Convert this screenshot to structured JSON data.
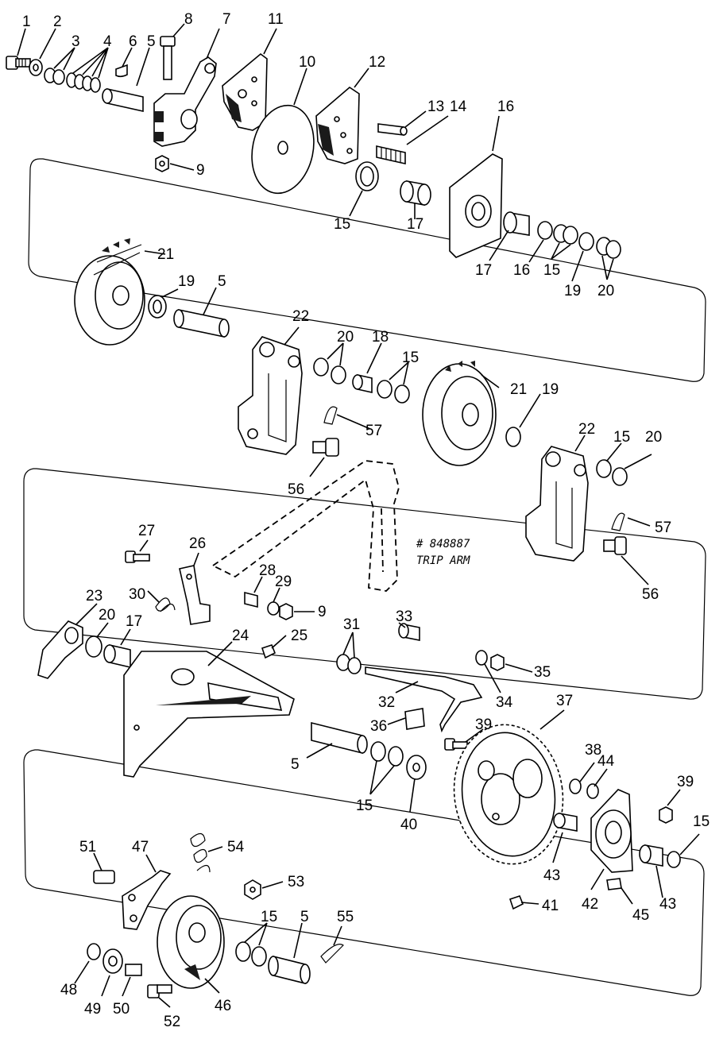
{
  "note": {
    "part_number": "# 848887",
    "description": "TRIP ARM"
  },
  "labels": {
    "l1": "1",
    "l2": "2",
    "l3": "3",
    "l4": "4",
    "l5": "5",
    "l6": "6",
    "l7": "7",
    "l8": "8",
    "l9": "9",
    "l10": "10",
    "l11": "11",
    "l12": "12",
    "l13": "13",
    "l14": "14",
    "l15": "15",
    "l16": "16",
    "l17": "17",
    "l18": "18",
    "l19": "19",
    "l20": "20",
    "l21": "21",
    "l22": "22",
    "l23": "23",
    "l24": "24",
    "l25": "25",
    "l26": "26",
    "l27": "27",
    "l28": "28",
    "l29": "29",
    "l30": "30",
    "l31": "31",
    "l32": "32",
    "l33": "33",
    "l34": "34",
    "l35": "35",
    "l36": "36",
    "l37": "37",
    "l38": "38",
    "l39": "39",
    "l40": "40",
    "l41": "41",
    "l42": "42",
    "l43": "43",
    "l44": "44",
    "l45": "45",
    "l46": "46",
    "l47": "47",
    "l48": "48",
    "l49": "49",
    "l50": "50",
    "l51": "51",
    "l52": "52",
    "l53": "53",
    "l54": "54",
    "l55": "55",
    "l56": "56",
    "l57": "57"
  }
}
